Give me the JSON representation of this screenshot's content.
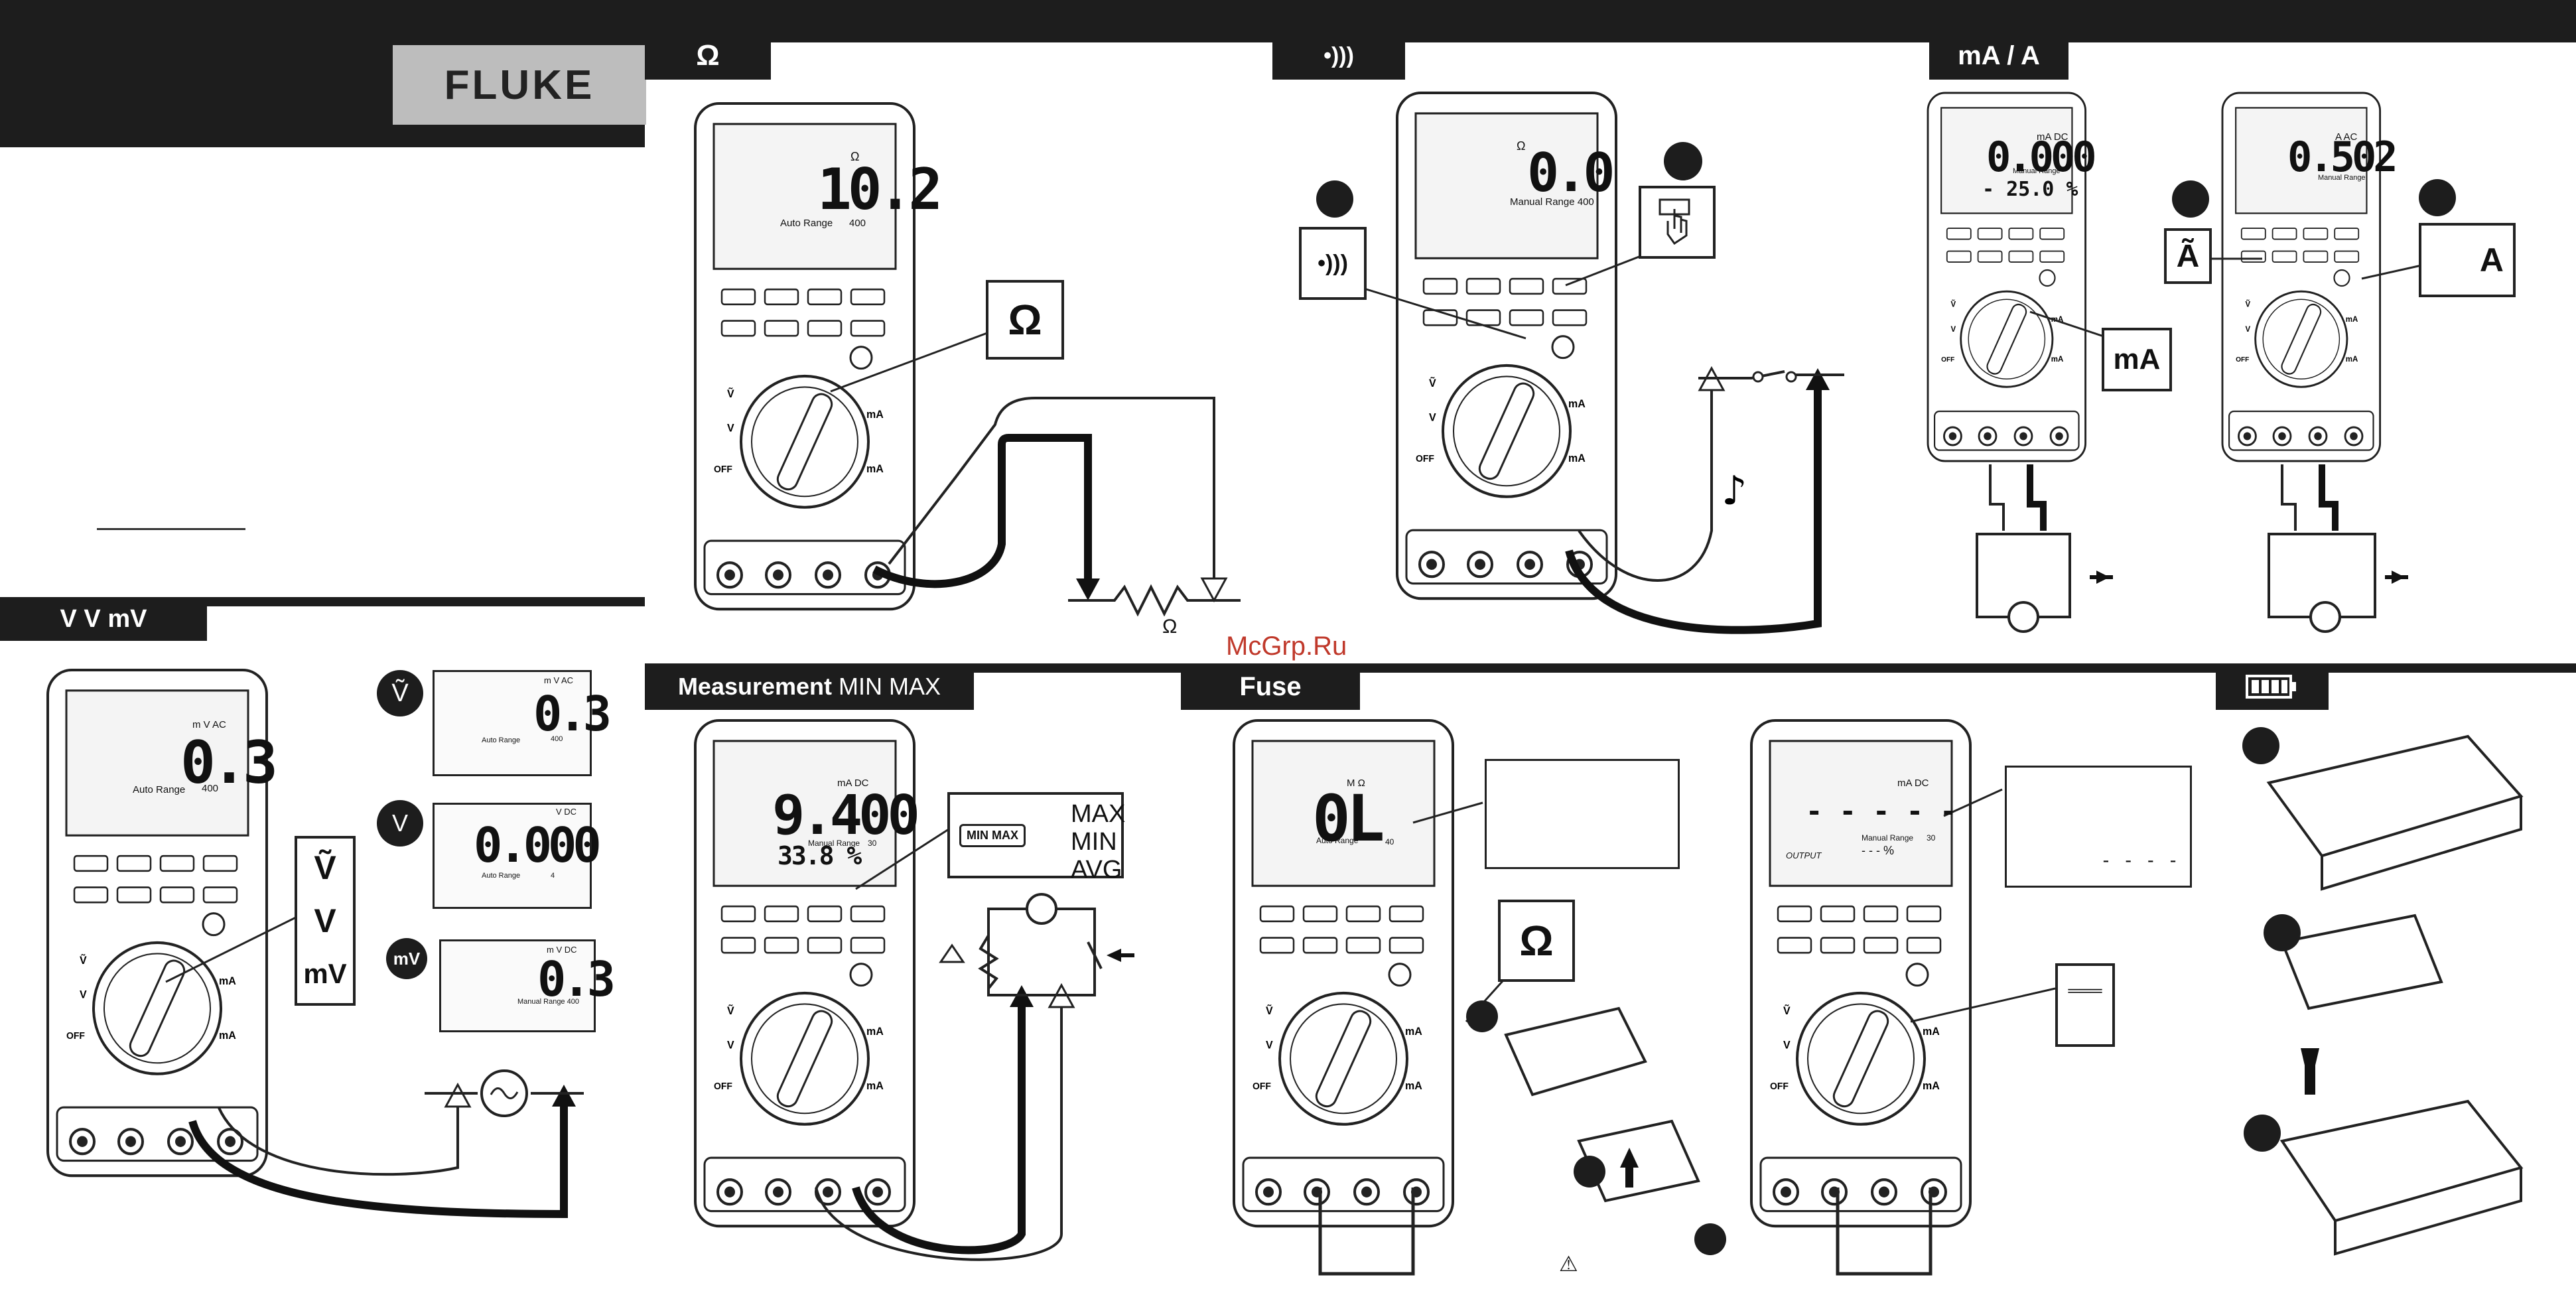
{
  "brand": {
    "logo_text": "FLUKE"
  },
  "watermark": "McGrp.Ru",
  "sections": {
    "ohm": {
      "tab": "Ω"
    },
    "continuity": {
      "tab": "•)))"
    },
    "current": {
      "tab": "mA / A"
    },
    "voltage": {
      "tab": "V  V  mV"
    },
    "minmax": {
      "tab_bold": "Measurement",
      "tab_regular": "MIN MAX"
    },
    "fuse": {
      "tab": "Fuse"
    },
    "battery": {
      "tab": "battery"
    }
  },
  "meters": {
    "ohm": {
      "reading": "10.2",
      "unit": "Ω",
      "range": "Auto Range",
      "range_val": "400",
      "callout": "Ω",
      "resistor_label": "Ω"
    },
    "continuity": {
      "reading": "0.0",
      "unit": "Ω",
      "range": "Manual Range 400",
      "callout": "•)))"
    },
    "ma_dc": {
      "reading": "0.000",
      "sub": "- 25.0 %",
      "unit": "mA  DC",
      "range": "Manual Range",
      "callout": "mA"
    },
    "a_ac": {
      "reading": "0.502",
      "unit": "A  AC",
      "range": "Manual Range",
      "callout_left": "Ã",
      "callout_right": "A"
    },
    "voltage_main": {
      "reading": "0.3",
      "unit": "m V AC",
      "range": "Auto Range",
      "range_val": "400",
      "callout_lines": [
        "Ṽ",
        "V",
        "mV"
      ]
    },
    "v_ac": {
      "reading": "0.3",
      "unit": "m V AC",
      "range": "Auto Range",
      "range_val": "400"
    },
    "v_dc": {
      "reading": "0.000",
      "unit": "V  DC",
      "range": "Auto Range",
      "range_val": "4"
    },
    "mv_dc": {
      "reading": "0.3",
      "unit": "m V DC",
      "range": "Manual Range 400"
    },
    "minmax": {
      "reading": "9.400",
      "sub": "33.8 %",
      "unit": "mA  DC",
      "range": "Manual Range",
      "range_val": "30",
      "button": "MIN MAX",
      "list": "MAX\nMIN\nAVG"
    },
    "fuse_ohm": {
      "reading": "0L",
      "unit": "M Ω",
      "range": "Auto Range",
      "range_val": "40",
      "callout": "Ω"
    },
    "fuse_ma": {
      "reading": "- - - - -",
      "unit": "mA  DC",
      "range": "Manual Range",
      "range_val": "30",
      "sub": "- - - %",
      "output": "OUTPUT",
      "dashes": "- - - -",
      "callout": "═══"
    }
  },
  "warning": "⚠"
}
